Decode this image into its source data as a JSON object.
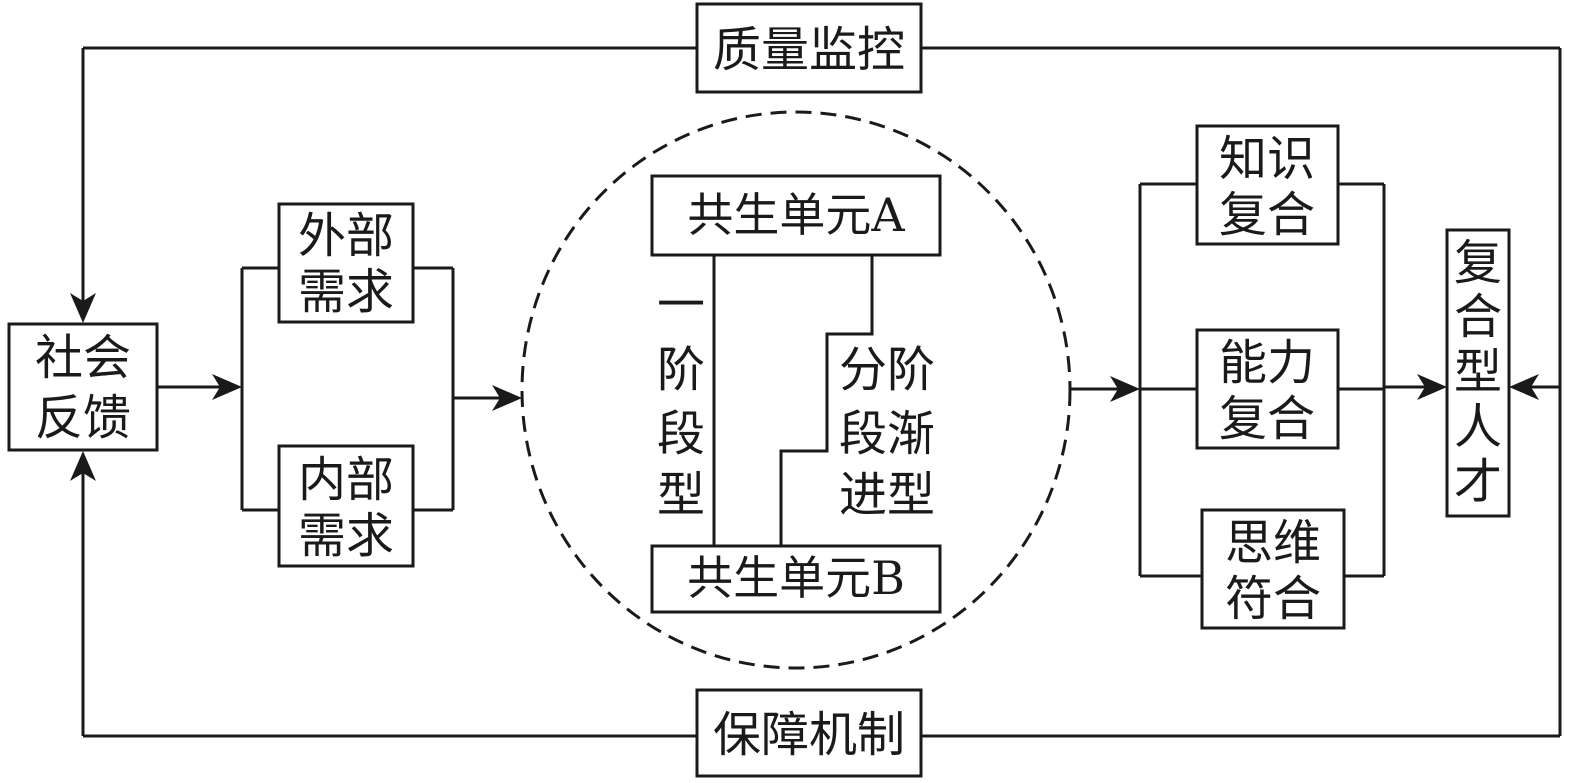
{
  "quality_monitoring": "质量监控",
  "guarantee_mechanism": "保障机制",
  "social_feedback": [
    "社会",
    "反馈"
  ],
  "external_demand": [
    "外部",
    "需求"
  ],
  "internal_demand": [
    "内部",
    "需求"
  ],
  "unit_a": "共生单元A",
  "unit_b": "共生单元B",
  "one_stage_type": [
    "一",
    "阶",
    "段",
    "型"
  ],
  "staged_progressive_type": [
    "分阶",
    "段渐",
    "进型"
  ],
  "knowledge_composite": [
    "知识",
    "复合"
  ],
  "ability_composite": [
    "能力",
    "复合"
  ],
  "thinking_composite": [
    "思维",
    "符合"
  ],
  "composite_talent": [
    "复",
    "合",
    "型",
    "人",
    "才"
  ]
}
